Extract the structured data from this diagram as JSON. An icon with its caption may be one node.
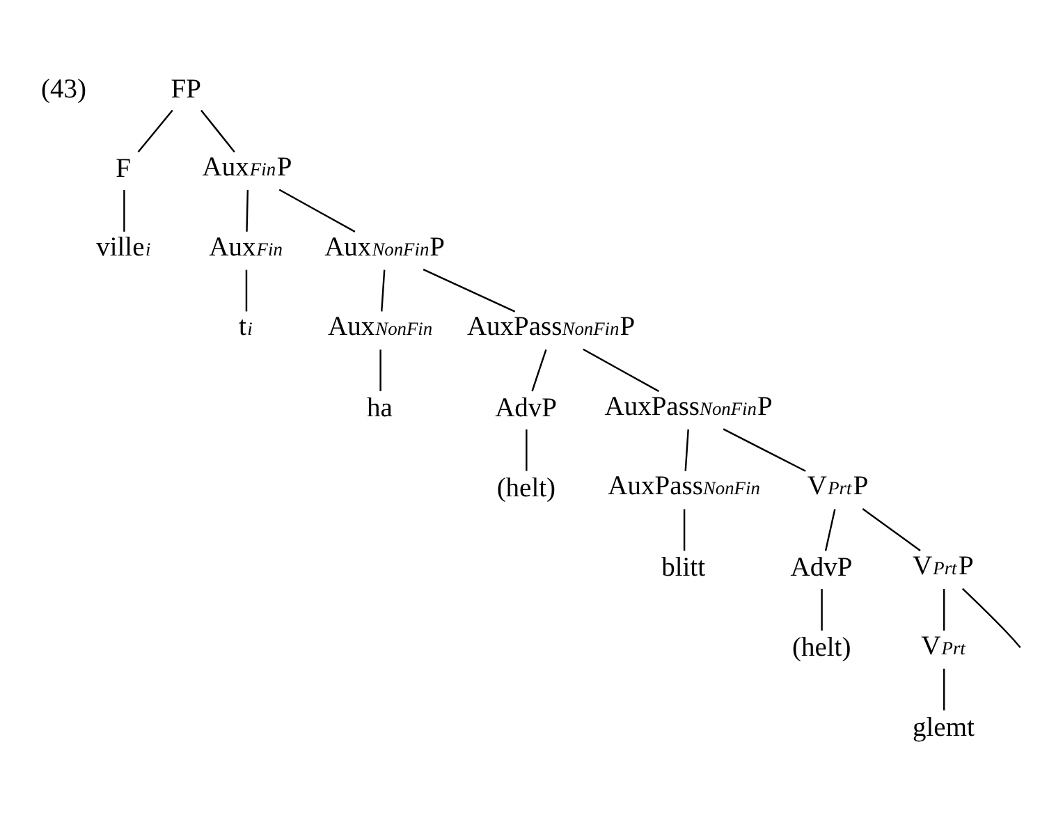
{
  "diagram": {
    "nodes": [
      {
        "text": [
          "FP"
        ]
      },
      {
        "text": [
          "F"
        ]
      },
      {
        "text": [
          "Aux$_{Fin}$P"
        ]
      },
      {
        "text": [
          "ville$_{i}$"
        ]
      },
      {
        "text": [
          "Aux$_{Fin}$"
        ]
      },
      {
        "text": [
          "Aux$_{NonFin}$P"
        ]
      },
      {
        "text": [
          "t$_{i}$"
        ]
      },
      {
        "text": [
          "Aux$_{NonFin}$"
        ]
      },
      {
        "text": [
          "AuxPass$_{NonFin}$P"
        ]
      },
      {
        "text": [
          "ha"
        ]
      },
      {
        "text": [
          "AdvP"
        ]
      },
      {
        "text": [
          "AuxPass$_{NonFin}$P"
        ]
      },
      {
        "text": [
          "(helt)"
        ]
      },
      {
        "text": [
          "AuxPass$_{NonFin}$"
        ]
      },
      {
        "text": [
          "V$_{Prt}$P"
        ]
      },
      {
        "text": [
          "blitt"
        ]
      },
      {
        "text": [
          "AdvP"
        ]
      },
      {
        "text": [
          "V$_{Prt}$P"
        ]
      },
      {
        "text": [
          "(helt)"
        ]
      },
      {
        "text": [
          "V$_{Prt}$"
        ]
      },
      {
        "text": [
          "glemt"
        ]
      }
    ],
    "edges": [
      {
        "from": 0,
        "to": 1,
        "arrow": "none"
      },
      {
        "from": 0,
        "to": 2,
        "arrow": "none"
      },
      {
        "from": 1,
        "to": 3,
        "arrow": "none"
      },
      {
        "from": 2,
        "to": 4,
        "arrow": "none"
      },
      {
        "from": 2,
        "to": 5,
        "arrow": "none"
      },
      {
        "from": 4,
        "to": 6,
        "arrow": "none"
      },
      {
        "from": 5,
        "to": 7,
        "arrow": "none"
      },
      {
        "from": 5,
        "to": 8,
        "arrow": "none"
      },
      {
        "from": 7,
        "to": 9,
        "arrow": "none"
      },
      {
        "from": 8,
        "to": 10,
        "arrow": "none"
      },
      {
        "from": 8,
        "to": 11,
        "arrow": "none"
      },
      {
        "from": 10,
        "to": 12,
        "arrow": "none"
      },
      {
        "from": 11,
        "to": 13,
        "arrow": "none"
      },
      {
        "from": 11,
        "to": 14,
        "arrow": "none"
      },
      {
        "from": 13,
        "to": 15,
        "arrow": "none"
      },
      {
        "from": 14,
        "to": 16,
        "arrow": "none"
      },
      {
        "from": 14,
        "to": 17,
        "arrow": "none"
      },
      {
        "from": 16,
        "to": 18,
        "arrow": "none"
      },
      {
        "from": 17,
        "to": 19,
        "arrow": "none"
      },
      {
        "from": 17,
        "to": null,
        "arrow": "none"
      },
      {
        "from": 19,
        "to": 20,
        "arrow": "none"
      }
    ],
    "labels": [
      "(43)"
    ]
  }
}
